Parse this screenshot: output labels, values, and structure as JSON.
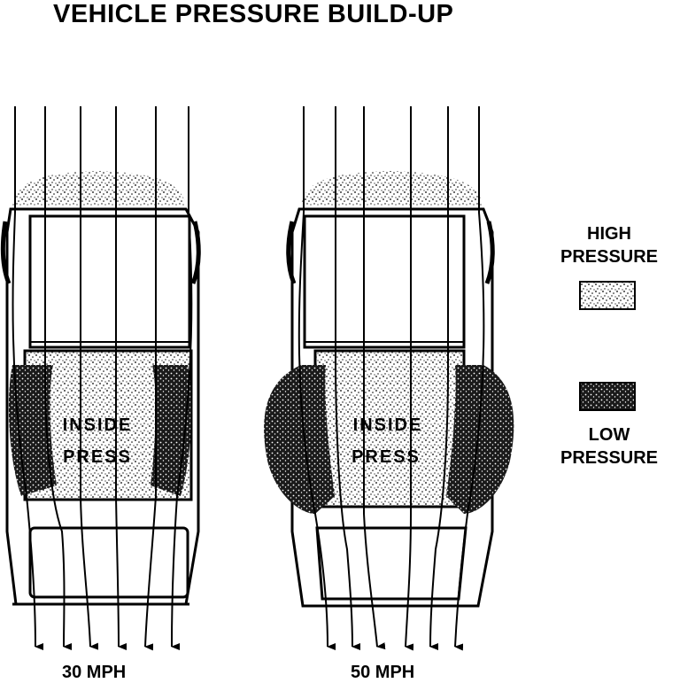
{
  "title": "VEHICLE PRESSURE BUILD-UP",
  "panels": [
    {
      "caption": "30 MPH",
      "inside_line1": "INSIDE",
      "inside_line2": "PRESS"
    },
    {
      "caption": "50 MPH",
      "inside_line1": "INSIDE",
      "inside_line2": "PRESS"
    }
  ],
  "legend": {
    "high_line1": "HIGH",
    "high_line2": "PRESSURE",
    "low_line1": "LOW",
    "low_line2": "PRESSURE"
  }
}
